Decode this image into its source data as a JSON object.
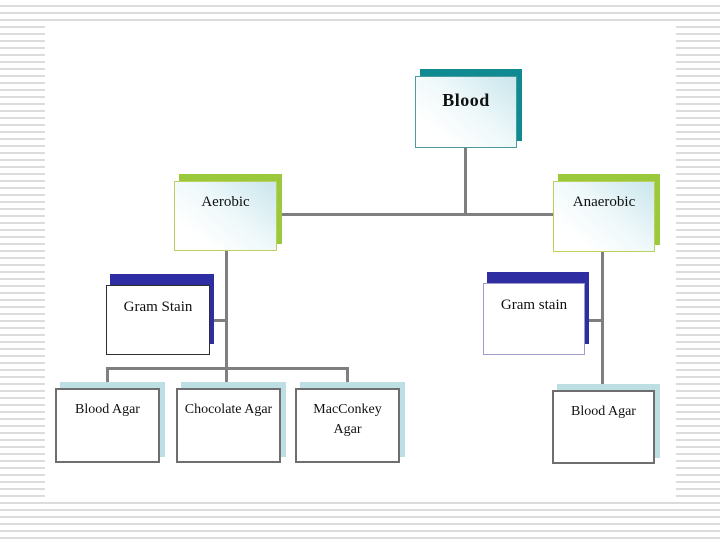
{
  "diagram": {
    "nodes": {
      "blood": {
        "label": "Blood"
      },
      "aerobic": {
        "label": "Aerobic"
      },
      "anaerobic": {
        "label": "Anaerobic"
      },
      "gram_stain_left": {
        "label": "Gram Stain"
      },
      "gram_stain_right": {
        "label": "Gram stain"
      },
      "blood_agar_left": {
        "label": "Blood Agar"
      },
      "chocolate_agar": {
        "label": "Chocolate Agar"
      },
      "macconkey_agar": {
        "label": "MacConkey Agar"
      },
      "blood_agar_right": {
        "label": "Blood Agar"
      }
    },
    "edges": [
      {
        "from": "Blood",
        "to": "Aerobic"
      },
      {
        "from": "Blood",
        "to": "Anaerobic"
      },
      {
        "from": "Aerobic",
        "to": "Gram Stain"
      },
      {
        "from": "Aerobic",
        "to": "Blood Agar"
      },
      {
        "from": "Aerobic",
        "to": "Chocolate Agar"
      },
      {
        "from": "Aerobic",
        "to": "MacConkey Agar"
      },
      {
        "from": "Anaerobic",
        "to": "Gram stain"
      },
      {
        "from": "Anaerobic",
        "to": "Blood Agar"
      }
    ],
    "colors": {
      "teal_shadow": "#0f8a91",
      "green_shadow": "#9aca3c",
      "dark_blue_shadow": "#2e2ea2",
      "pale_blue_shadow": "#bddee2",
      "connector_gray": "#7f7f7f",
      "ruled_line_gray": "#dcdcdc",
      "box_fill_tint": "#c9e6ec"
    }
  }
}
